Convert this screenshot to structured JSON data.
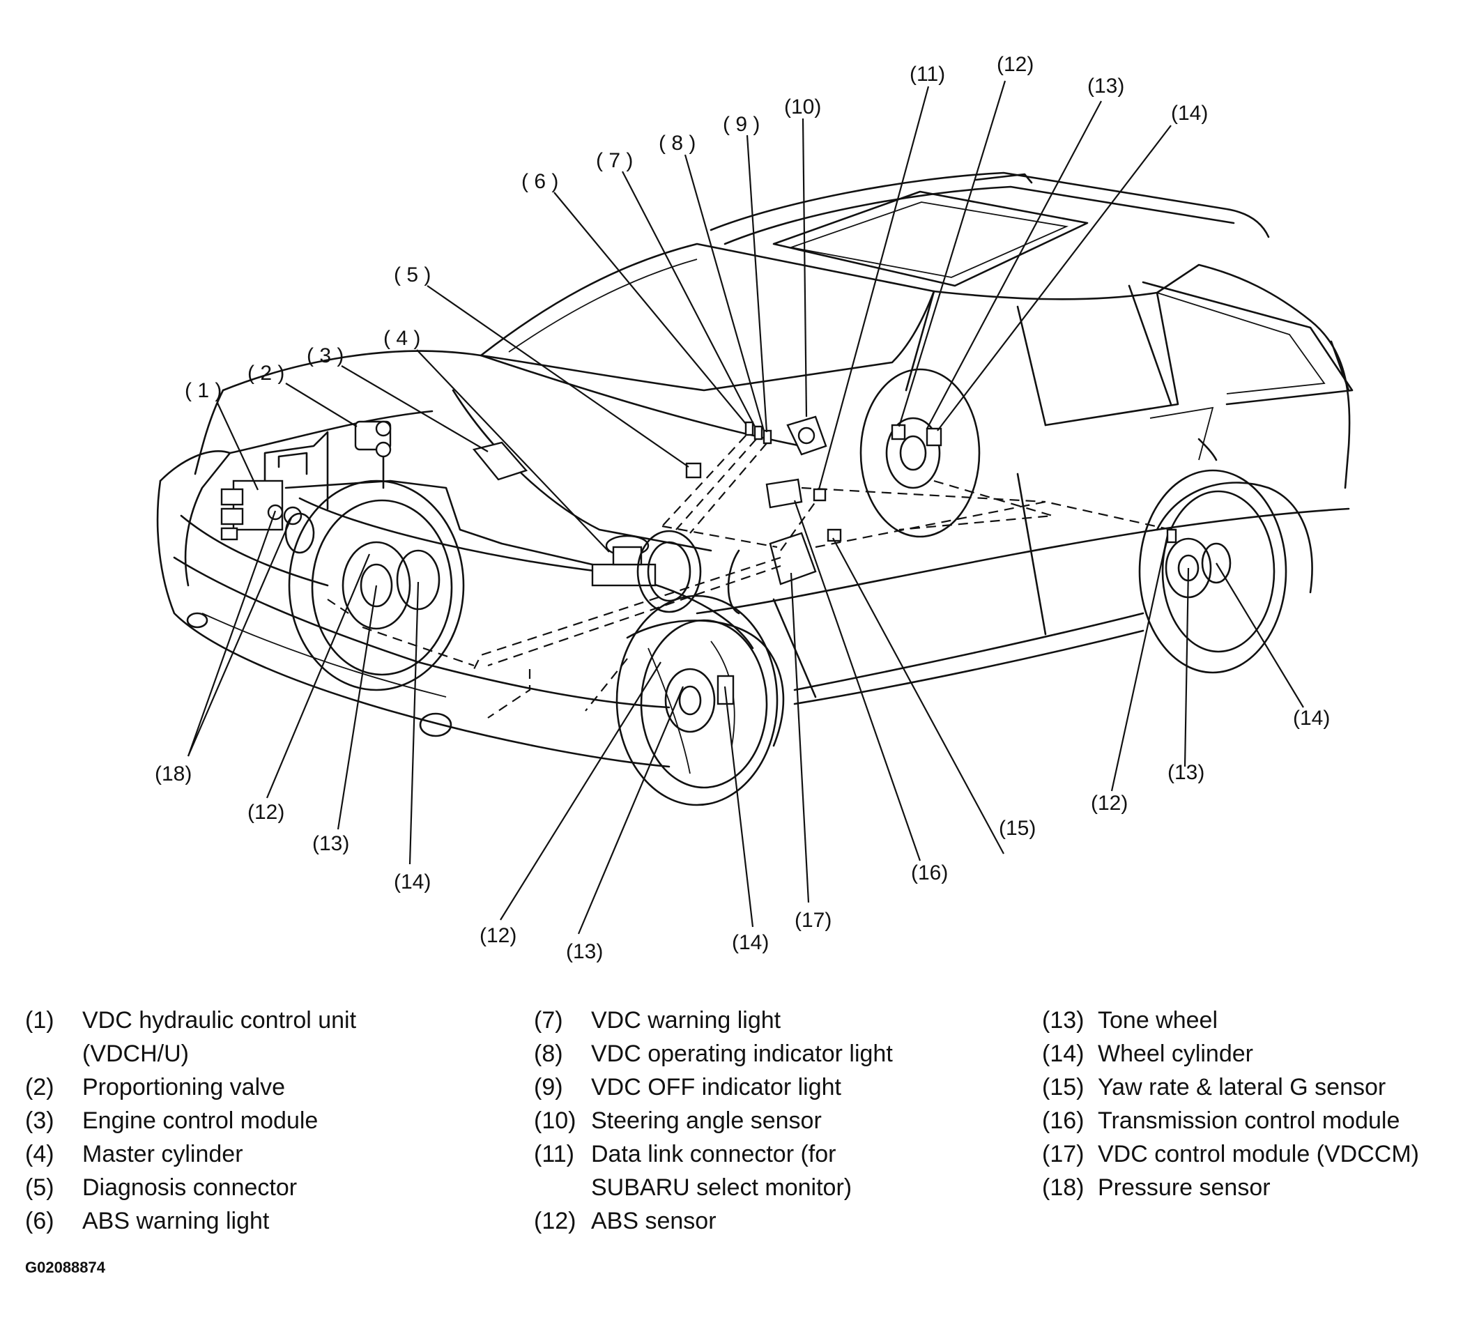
{
  "callouts": {
    "c1": "( 1 )",
    "c2": "( 2 )",
    "c3": "( 3 )",
    "c4": "( 4 )",
    "c5": "( 5 )",
    "c6": "( 6 )",
    "c7": "( 7 )",
    "c8": "( 8 )",
    "c9": "( 9 )",
    "c10": "(10)",
    "c11": "(11)",
    "c12": "(12)",
    "c13": "(13)",
    "c14": "(14)",
    "c15": "(15)",
    "c16": "(16)",
    "c17": "(17)",
    "c18": "(18)"
  },
  "legend": {
    "col1": [
      {
        "num": "(1)",
        "text": "VDC hydraulic control unit"
      },
      {
        "num": "",
        "text": "(VDCH/U)"
      },
      {
        "num": "(2)",
        "text": "Proportioning valve"
      },
      {
        "num": "(3)",
        "text": "Engine control module"
      },
      {
        "num": "(4)",
        "text": "Master cylinder"
      },
      {
        "num": "(5)",
        "text": "Diagnosis connector"
      },
      {
        "num": "(6)",
        "text": "ABS warning light"
      }
    ],
    "col2": [
      {
        "num": "(7)",
        "text": "VDC warning light"
      },
      {
        "num": "(8)",
        "text": "VDC operating indicator light"
      },
      {
        "num": "(9)",
        "text": "VDC OFF indicator light"
      },
      {
        "num": "(10)",
        "text": "Steering angle sensor"
      },
      {
        "num": "(11)",
        "text": "Data link connector (for"
      },
      {
        "num": "",
        "text": "SUBARU select monitor)"
      },
      {
        "num": "(12)",
        "text": "ABS sensor"
      }
    ],
    "col3": [
      {
        "num": "(13)",
        "text": "Tone wheel"
      },
      {
        "num": "(14)",
        "text": "Wheel cylinder"
      },
      {
        "num": "(15)",
        "text": "Yaw rate & lateral G sensor"
      },
      {
        "num": "(16)",
        "text": "Transmission control module"
      },
      {
        "num": "(17)",
        "text": "VDC control module (VDCCM)"
      },
      {
        "num": "(18)",
        "text": "Pressure sensor"
      }
    ]
  },
  "figure_id": "G02088874"
}
